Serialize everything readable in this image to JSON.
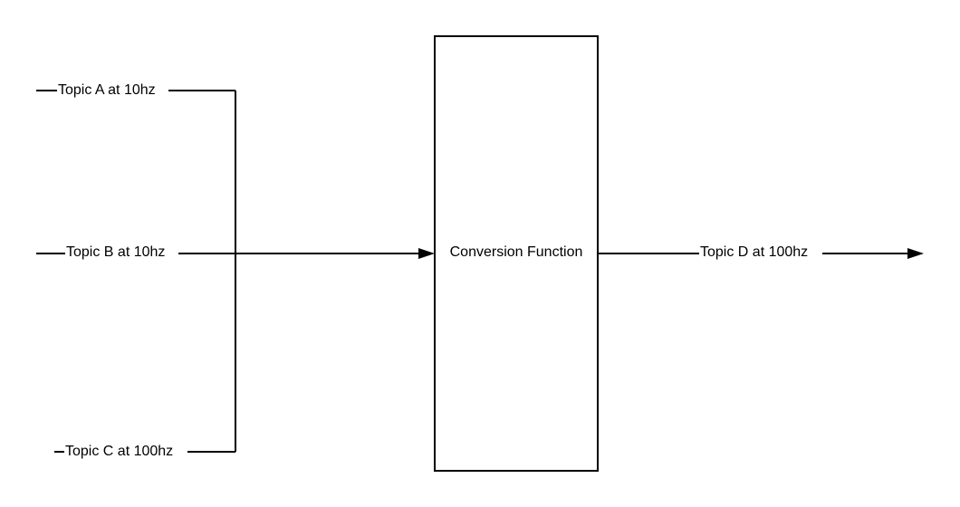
{
  "diagram": {
    "inputs": {
      "topic_a": "Topic A at 10hz",
      "topic_b": "Topic B at 10hz",
      "topic_c": "Topic C at 100hz"
    },
    "process": {
      "label": "Conversion Function"
    },
    "output": {
      "topic_d": "Topic D at 100hz"
    }
  }
}
